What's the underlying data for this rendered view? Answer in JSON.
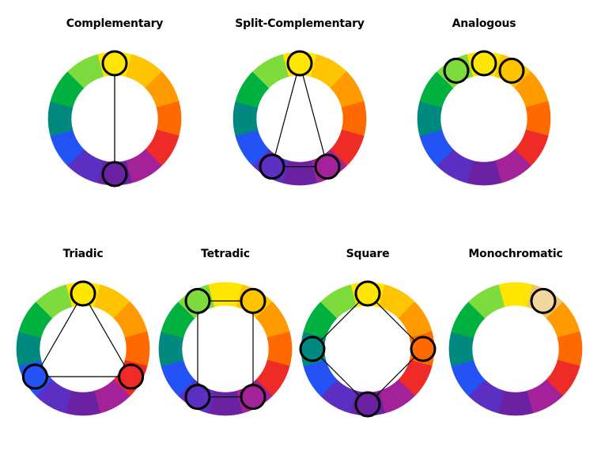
{
  "wheel_colors": [
    "#FFE600",
    "#FFC400",
    "#FF9A00",
    "#FF6A00",
    "#EE2B26",
    "#A3229A",
    "#6B22A2",
    "#5A2FC2",
    "#2352F5",
    "#00897E",
    "#00B140",
    "#7EDB3E"
  ],
  "stroke_color": "#000000",
  "monochrome_tint": "#F2D7A0",
  "schemes": [
    {
      "title": "Complementary",
      "markers": [
        0,
        6
      ],
      "connector": "line",
      "style": "normal"
    },
    {
      "title": "Split-Complementary",
      "markers": [
        0,
        5,
        7
      ],
      "connector": "triangle",
      "style": "normal"
    },
    {
      "title": "Analogous",
      "markers": [
        11,
        0,
        1
      ],
      "connector": "none",
      "style": "normal"
    },
    {
      "title": "Triadic",
      "markers": [
        0,
        4,
        8
      ],
      "connector": "triangle",
      "style": "normal"
    },
    {
      "title": "Tetradic",
      "markers": [
        11,
        1,
        5,
        7
      ],
      "connector": "rect",
      "style": "normal"
    },
    {
      "title": "Square",
      "markers": [
        0,
        3,
        6,
        9
      ],
      "connector": "square",
      "style": "normal"
    },
    {
      "title": "Monochromatic",
      "markers": [
        1
      ],
      "connector": "none",
      "style": "monochrome"
    }
  ]
}
